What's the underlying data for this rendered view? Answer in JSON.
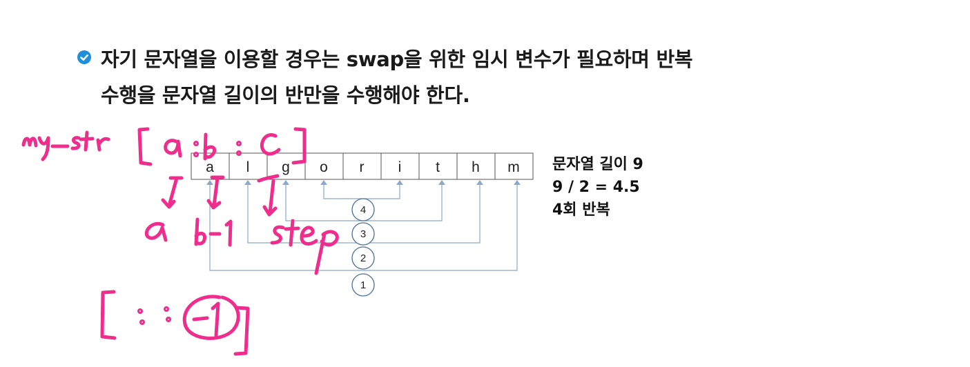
{
  "bullet": {
    "line1": "자기 문자열을 이용할 경우는 swap을 위한 임시 변수가 필요하며 반복",
    "line2": "수행을 문자열 길이의 반만을 수행해야 한다."
  },
  "array": {
    "cells": [
      "a",
      "l",
      "g",
      "o",
      "r",
      "i",
      "t",
      "h",
      "m"
    ]
  },
  "steps": [
    "4",
    "3",
    "2",
    "1"
  ],
  "info": {
    "length_line": "문자열 길이 9",
    "calc_line": "9 / 2 = 4.5",
    "repeat_line": "4회 반복"
  },
  "colors": {
    "accent": "#1e8fd8",
    "ink": "#ee2d8c",
    "connector": "#8aa8c8"
  },
  "handwriting": {
    "top": "my_str[a:b:c]",
    "labels": [
      "a",
      "b-1",
      "step"
    ],
    "bottom": "[::-1]"
  }
}
